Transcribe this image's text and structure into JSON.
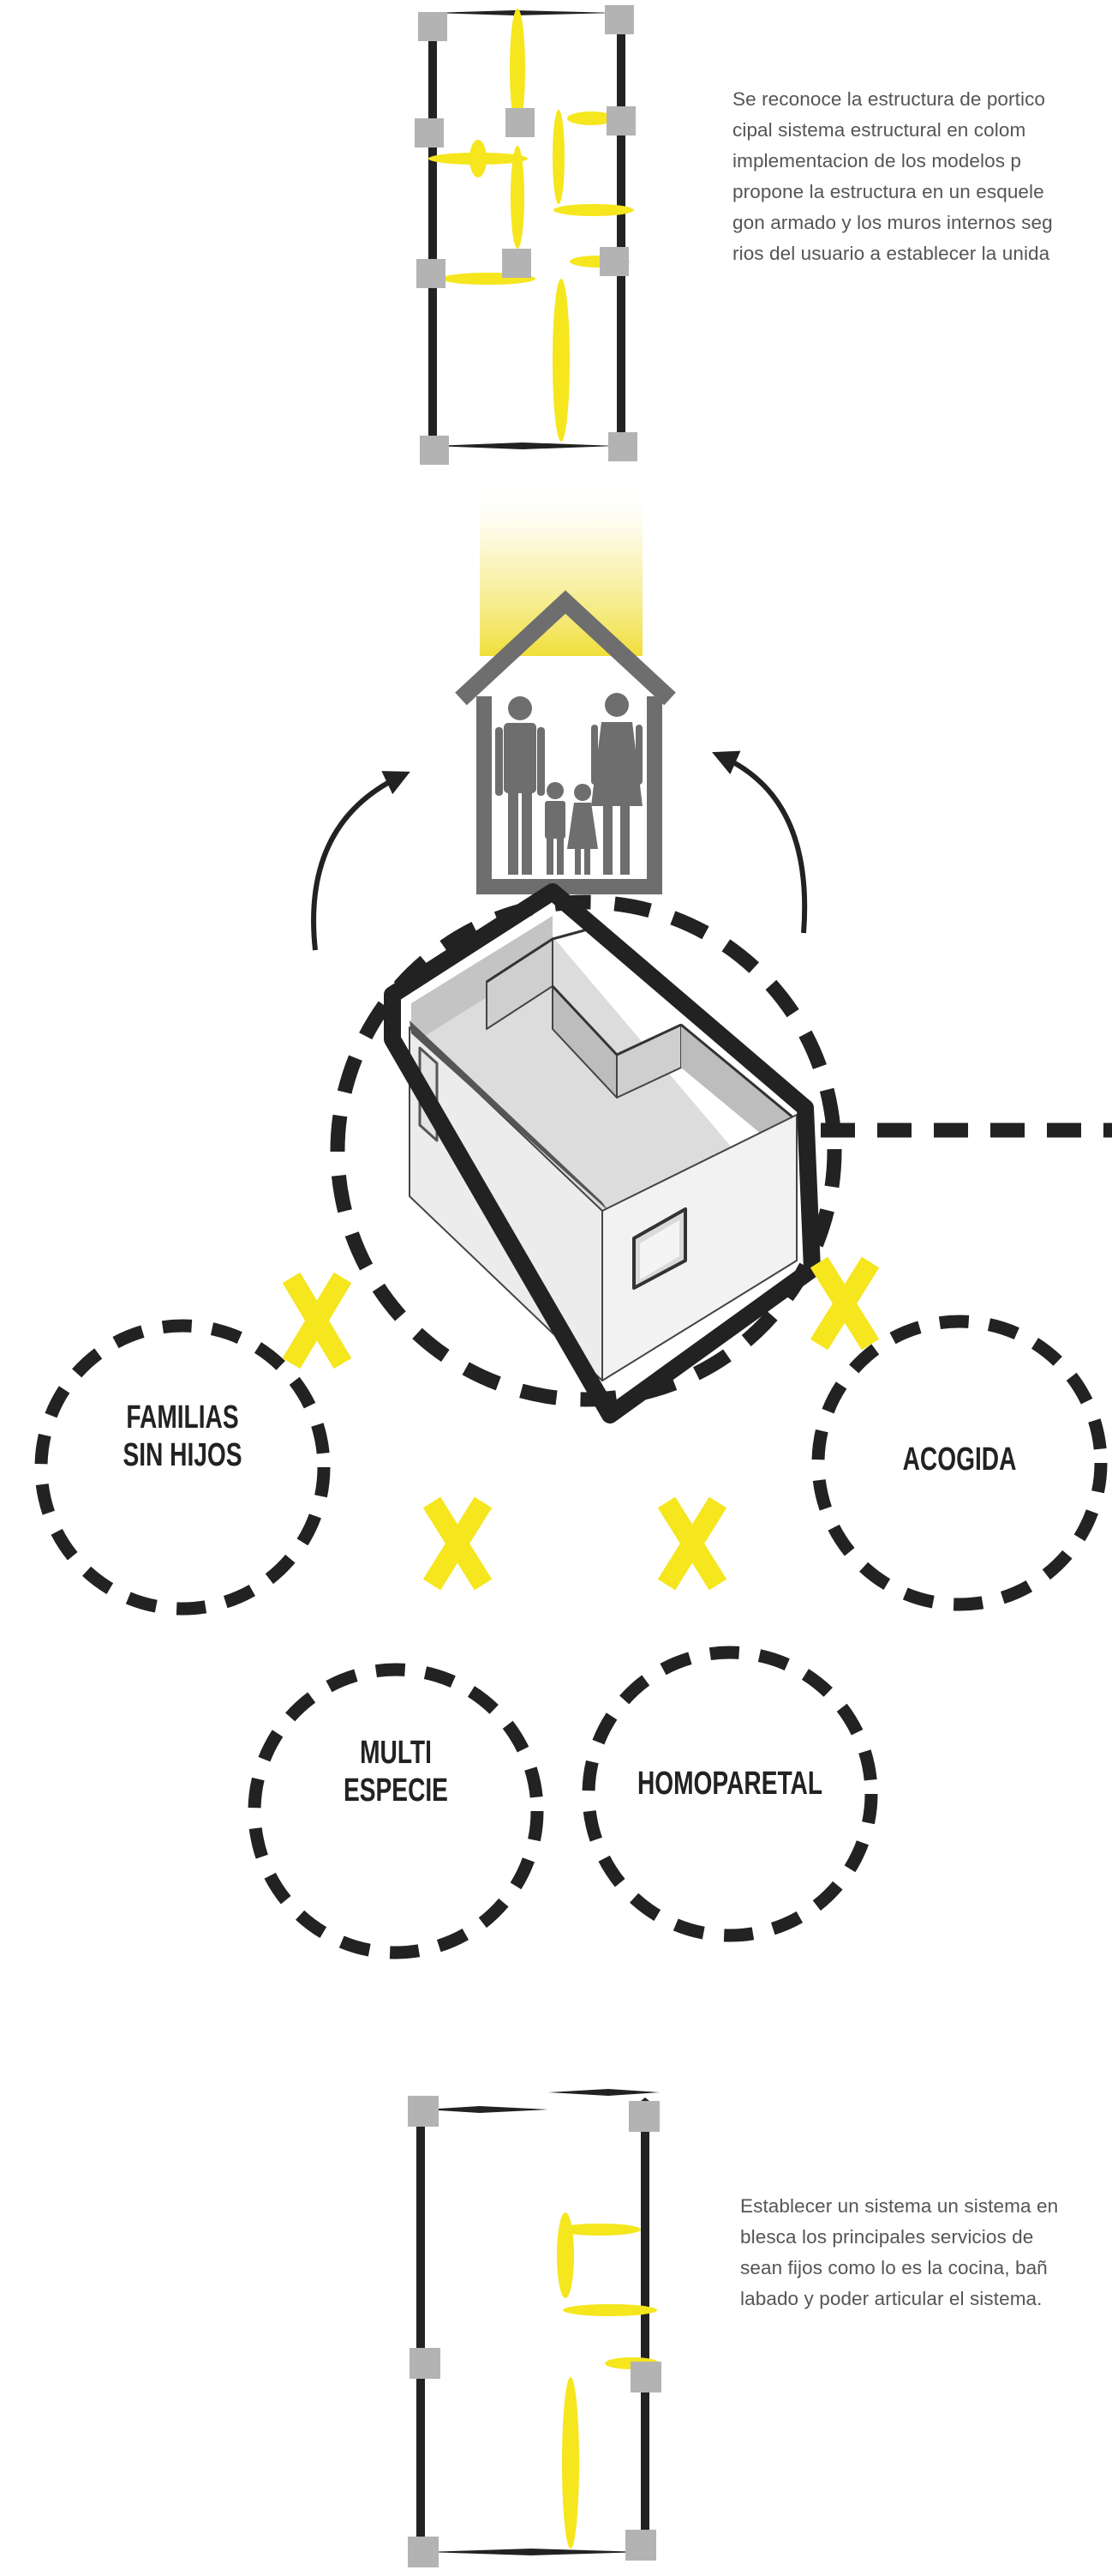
{
  "top_paragraph": [
    "Se reconoce la estructura de portico",
    "cipal sistema estructural en colom",
    "implementacion de los modelos p",
    "propone la estructura en un esquele",
    "gon armado y los muros internos seg",
    "rios del usuario a establecer la unida"
  ],
  "bottom_paragraph": [
    "Establecer un sistema un sistema en",
    "blesca los principales servicios de",
    "sean fijos como lo es la cocina, bañ",
    "labado y poder articular el sistema."
  ],
  "family_types": {
    "familias_sin_hijos": [
      "FAMILIAS",
      "SIN HIJOS"
    ],
    "acogida": [
      "ACOGIDA"
    ],
    "multi_especie": [
      "MULTI",
      "ESPECIE"
    ],
    "homoparetal": [
      "HOMOPARETAL"
    ]
  },
  "colors": {
    "accent_yellow": "#f5e61e",
    "dark": "#222222",
    "column_gray": "#b3b3b3",
    "house_gray": "#6e6e6e",
    "text_gray": "#555555"
  },
  "icons": [
    "family-house-icon",
    "isometric-module-icon",
    "curved-arrow-icon",
    "x-mark-icon"
  ]
}
